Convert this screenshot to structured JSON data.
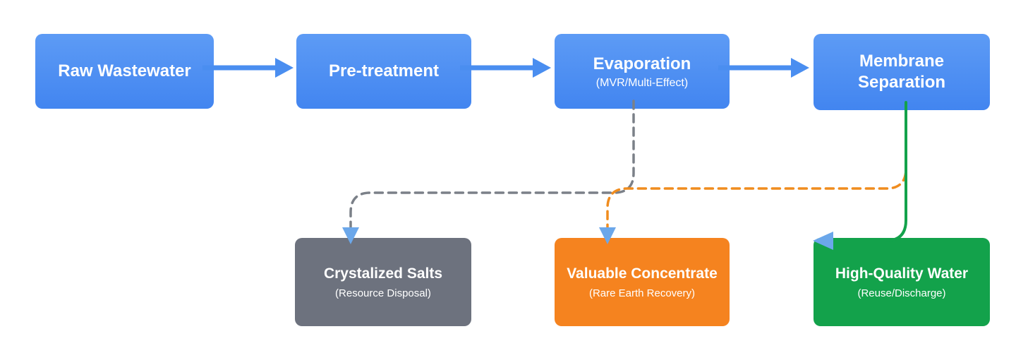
{
  "diagram": {
    "nodes": {
      "raw_wastewater": {
        "label": "Raw Wastewater"
      },
      "pre_treatment": {
        "label": "Pre-treatment"
      },
      "evaporation": {
        "label": "Evaporation",
        "sublabel": "(MVR/Multi-Effect)"
      },
      "membrane_separation": {
        "label": "Membrane Separation"
      },
      "crystalized_salts": {
        "label": "Crystalized Salts",
        "sublabel": "(Resource Disposal)"
      },
      "valuable_concentrate": {
        "label": "Valuable Concentrate",
        "sublabel": "(Rare Earth Recovery)"
      },
      "high_quality_water": {
        "label": "High-Quality Water",
        "sublabel": "(Reuse/Discharge)"
      }
    },
    "colors": {
      "process_box_blue": "#4285f0",
      "flow_arrow_blue": "#4a8ef0",
      "salts_box_gray": "#6d727e",
      "concentrate_box_orange": "#f5831f",
      "water_box_green": "#13a24b",
      "dashed_connector_gray": "#7b8088",
      "dashed_connector_orange": "#f08c1e",
      "connector_arrowhead_blue": "#6ba7ea"
    }
  }
}
